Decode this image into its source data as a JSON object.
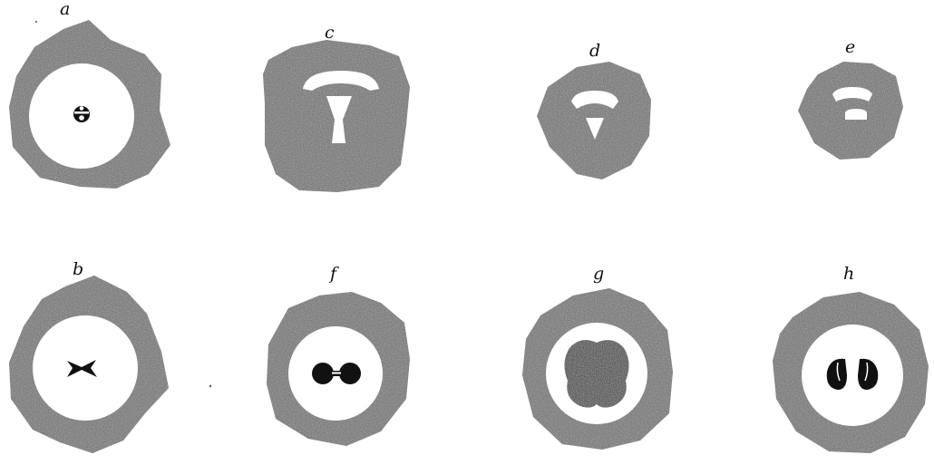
{
  "colors": {
    "background": "#ffffff",
    "stipple_ring": "#6e6e6e",
    "stipple_dark": "#3a3a3a",
    "ink": "#111111"
  },
  "figures": [
    {
      "id": "a",
      "label": "a"
    },
    {
      "id": "b",
      "label": "b"
    },
    {
      "id": "c",
      "label": "c"
    },
    {
      "id": "d",
      "label": "d"
    },
    {
      "id": "e",
      "label": "e"
    },
    {
      "id": "f",
      "label": "f"
    },
    {
      "id": "g",
      "label": "g"
    },
    {
      "id": "h",
      "label": "h"
    }
  ]
}
